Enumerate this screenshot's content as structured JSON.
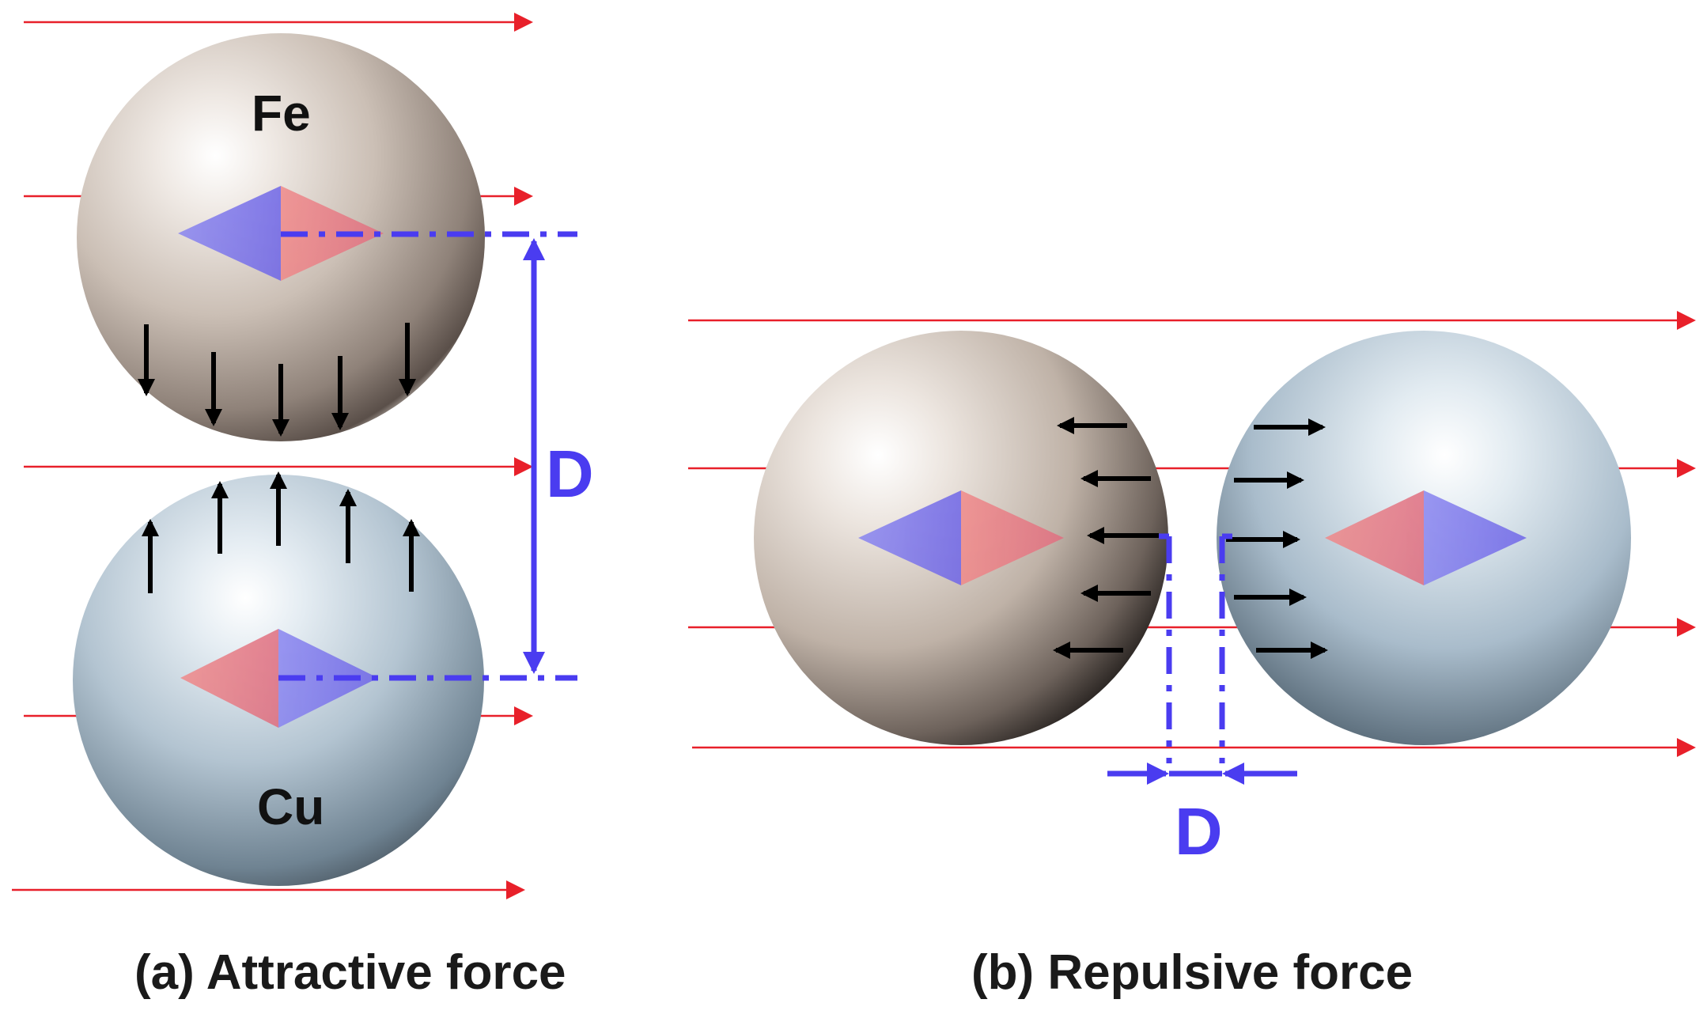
{
  "panel_a": {
    "caption": "(a) Attractive force",
    "top_sphere_label": "Fe",
    "bottom_sphere_label": "Cu",
    "distance_label": "D",
    "force_direction": "toward each other"
  },
  "panel_b": {
    "caption": "(b) Repulsive force",
    "distance_label": "D",
    "force_direction": "away from each other"
  },
  "colors": {
    "fe_sphere": "#b8ada4",
    "cu_sphere": "#98aebd",
    "flow_arrow": "#e8202a",
    "dimension": "#4a3cf0",
    "force_arrow": "#000000"
  }
}
